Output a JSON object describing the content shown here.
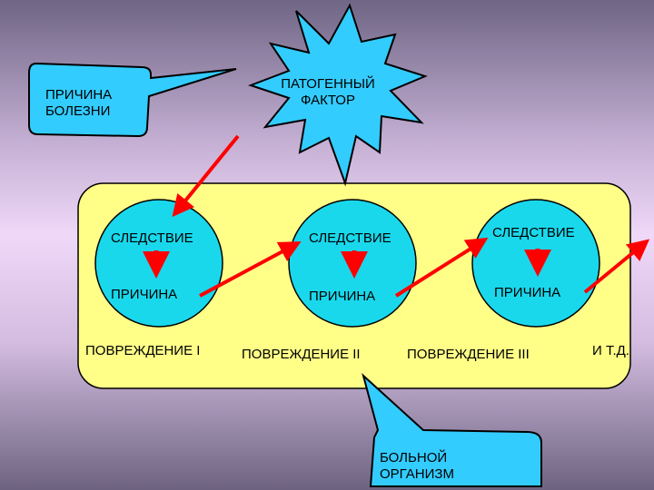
{
  "cause_callout": {
    "line1": "ПРИЧИНА",
    "line2": "БОЛЕЗНИ"
  },
  "pathogenic_factor": {
    "line1": "ПАТОГЕННЫЙ",
    "line2": "ФАКТОР"
  },
  "circles": [
    {
      "top": "СЛЕДСТВИЕ",
      "bottom": "ПРИЧИНА"
    },
    {
      "top": "СЛЕДСТВИЕ",
      "bottom": "ПРИЧИНА"
    },
    {
      "top": "СЛЕДСТВИЕ",
      "bottom": "ПРИЧИНА"
    }
  ],
  "damages": [
    "ПОВРЕЖДЕНИЕ I",
    "ПОВРЕЖДЕНИЕ II",
    "ПОВРЕЖДЕНИЕ III"
  ],
  "etc_label": "И Т.Д.",
  "organism_callout": {
    "line1": "БОЛЬНОЙ",
    "line2": "ОРГАНИЗМ"
  },
  "colors": {
    "panel": "#ffff88",
    "circle": "#19d8ec",
    "starburst": "#33ccff",
    "callout": "#33ccff",
    "arrow": "#ff0000"
  }
}
